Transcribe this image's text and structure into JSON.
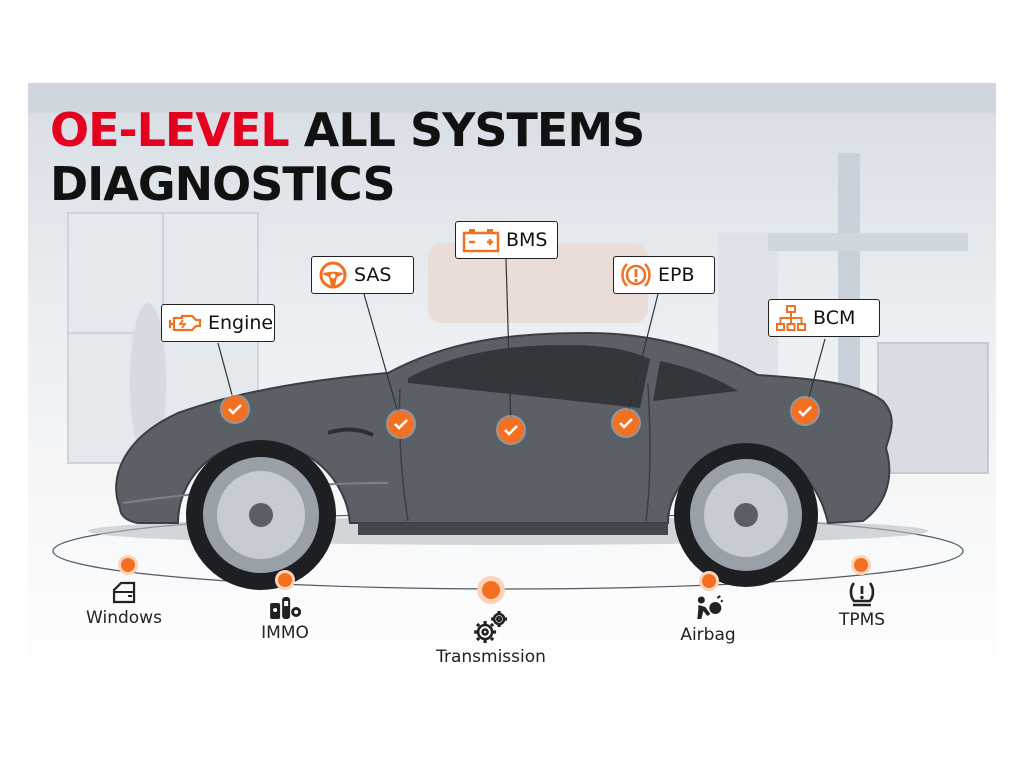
{
  "title": {
    "highlight": "OE-LEVEL",
    "line1_rest": " ALL SYSTEMS",
    "line2": "DIAGNOSTICS"
  },
  "colors": {
    "accent": "#f37021",
    "title_red": "#e6001f",
    "title_black": "#111111"
  },
  "system_labels": [
    {
      "label": "Engine",
      "icon": "engine-icon"
    },
    {
      "label": "SAS",
      "icon": "steering-wheel-icon"
    },
    {
      "label": "BMS",
      "icon": "battery-icon"
    },
    {
      "label": "EPB",
      "icon": "parking-brake-icon"
    },
    {
      "label": "BCM",
      "icon": "network-tree-icon"
    }
  ],
  "bottom_systems": [
    {
      "label": "Windows",
      "icon": "car-window-icon"
    },
    {
      "label": "IMMO",
      "icon": "immobilizer-icon"
    },
    {
      "label": "Transmission",
      "icon": "gears-icon"
    },
    {
      "label": "Airbag",
      "icon": "airbag-icon"
    },
    {
      "label": "TPMS",
      "icon": "tire-pressure-icon"
    }
  ]
}
